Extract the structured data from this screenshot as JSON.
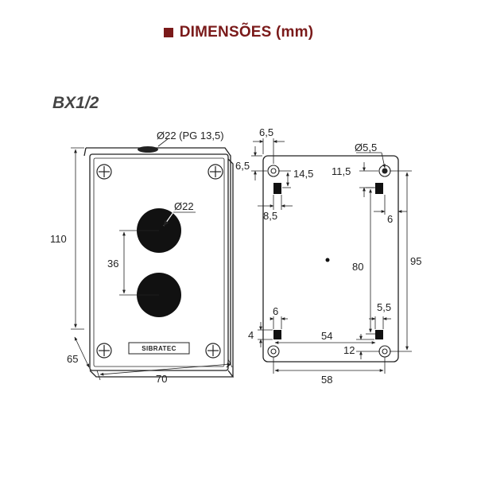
{
  "header": {
    "title": "DIMENSÕES (mm)",
    "accent_color": "#7a1a1a"
  },
  "model": {
    "code": "BX1/2"
  },
  "front_view": {
    "brand_plate": "SIBRATEC",
    "dims": {
      "cable_entry": "Ø22 (PG 13,5)",
      "button_diameter": "Ø22",
      "button_spacing": "36",
      "height": "110",
      "depth": "65",
      "width": "70"
    }
  },
  "back_view": {
    "dims": {
      "hole_offset_x": "6,5",
      "hole_offset_y": "6,5",
      "slot_offset_top": "14,5",
      "slot_width": "8,5",
      "mount_hole": "Ø5,5",
      "slot_offset_top_right": "11,5",
      "slot_offset_right": "6",
      "inner_height": "80",
      "outer_height": "95",
      "slot_width_bottom": "6",
      "slot_height_bottom": "4",
      "slot_width_bottom_right": "5,5",
      "hole_spacing_x": "54",
      "slot_offset_bottom_right": "12",
      "outer_width": "58"
    }
  }
}
